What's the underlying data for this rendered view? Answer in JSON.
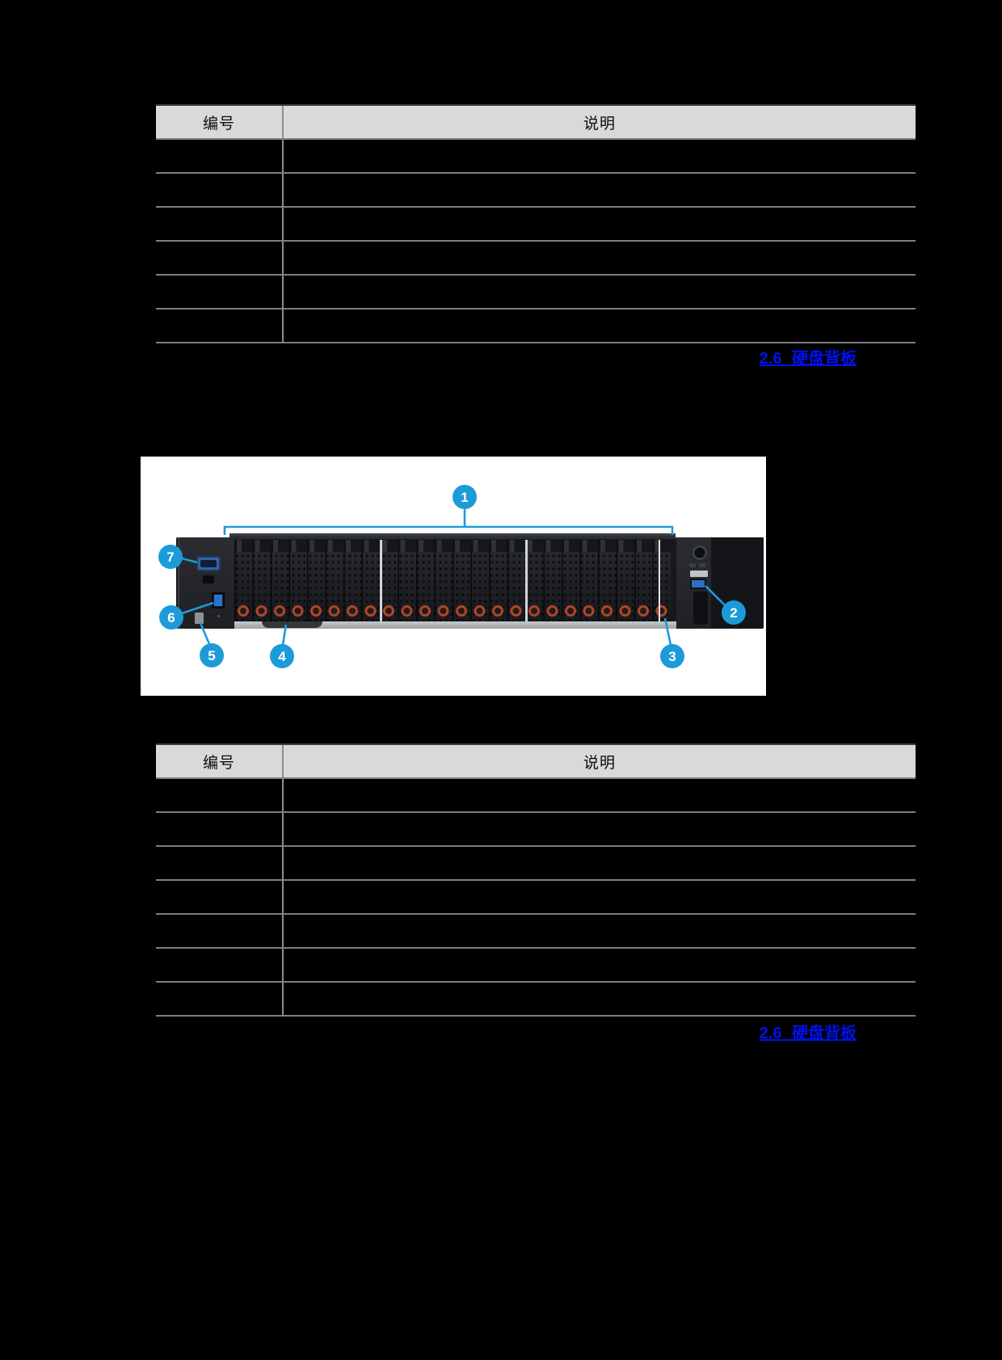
{
  "colors": {
    "accent_blue": "#1d9bd8",
    "link_blue": "#0010ee",
    "table_header_bg": "#d9d9d9",
    "page_bg": "#000000",
    "figure_bg": "#ffffff",
    "drive_ring_orange": "#b0462b"
  },
  "table_top": {
    "headers": [
      "编号",
      "说明"
    ],
    "rows": [
      [
        "",
        ""
      ],
      [
        "",
        ""
      ],
      [
        "",
        ""
      ],
      [
        "",
        ""
      ],
      [
        "",
        ""
      ],
      [
        "",
        ""
      ]
    ]
  },
  "link_top": {
    "text": "2.6 硬盘背板"
  },
  "figure": {
    "description": "server-front-panel-photo",
    "callouts": [
      "1",
      "2",
      "3",
      "4",
      "5",
      "6",
      "7"
    ]
  },
  "table_bottom": {
    "headers": [
      "编号",
      "说明"
    ],
    "rows": [
      [
        "",
        ""
      ],
      [
        "",
        ""
      ],
      [
        "",
        ""
      ],
      [
        "",
        ""
      ],
      [
        "",
        ""
      ],
      [
        "",
        ""
      ],
      [
        "",
        ""
      ]
    ]
  },
  "link_bottom": {
    "text": "2.6 硬盘背板"
  }
}
